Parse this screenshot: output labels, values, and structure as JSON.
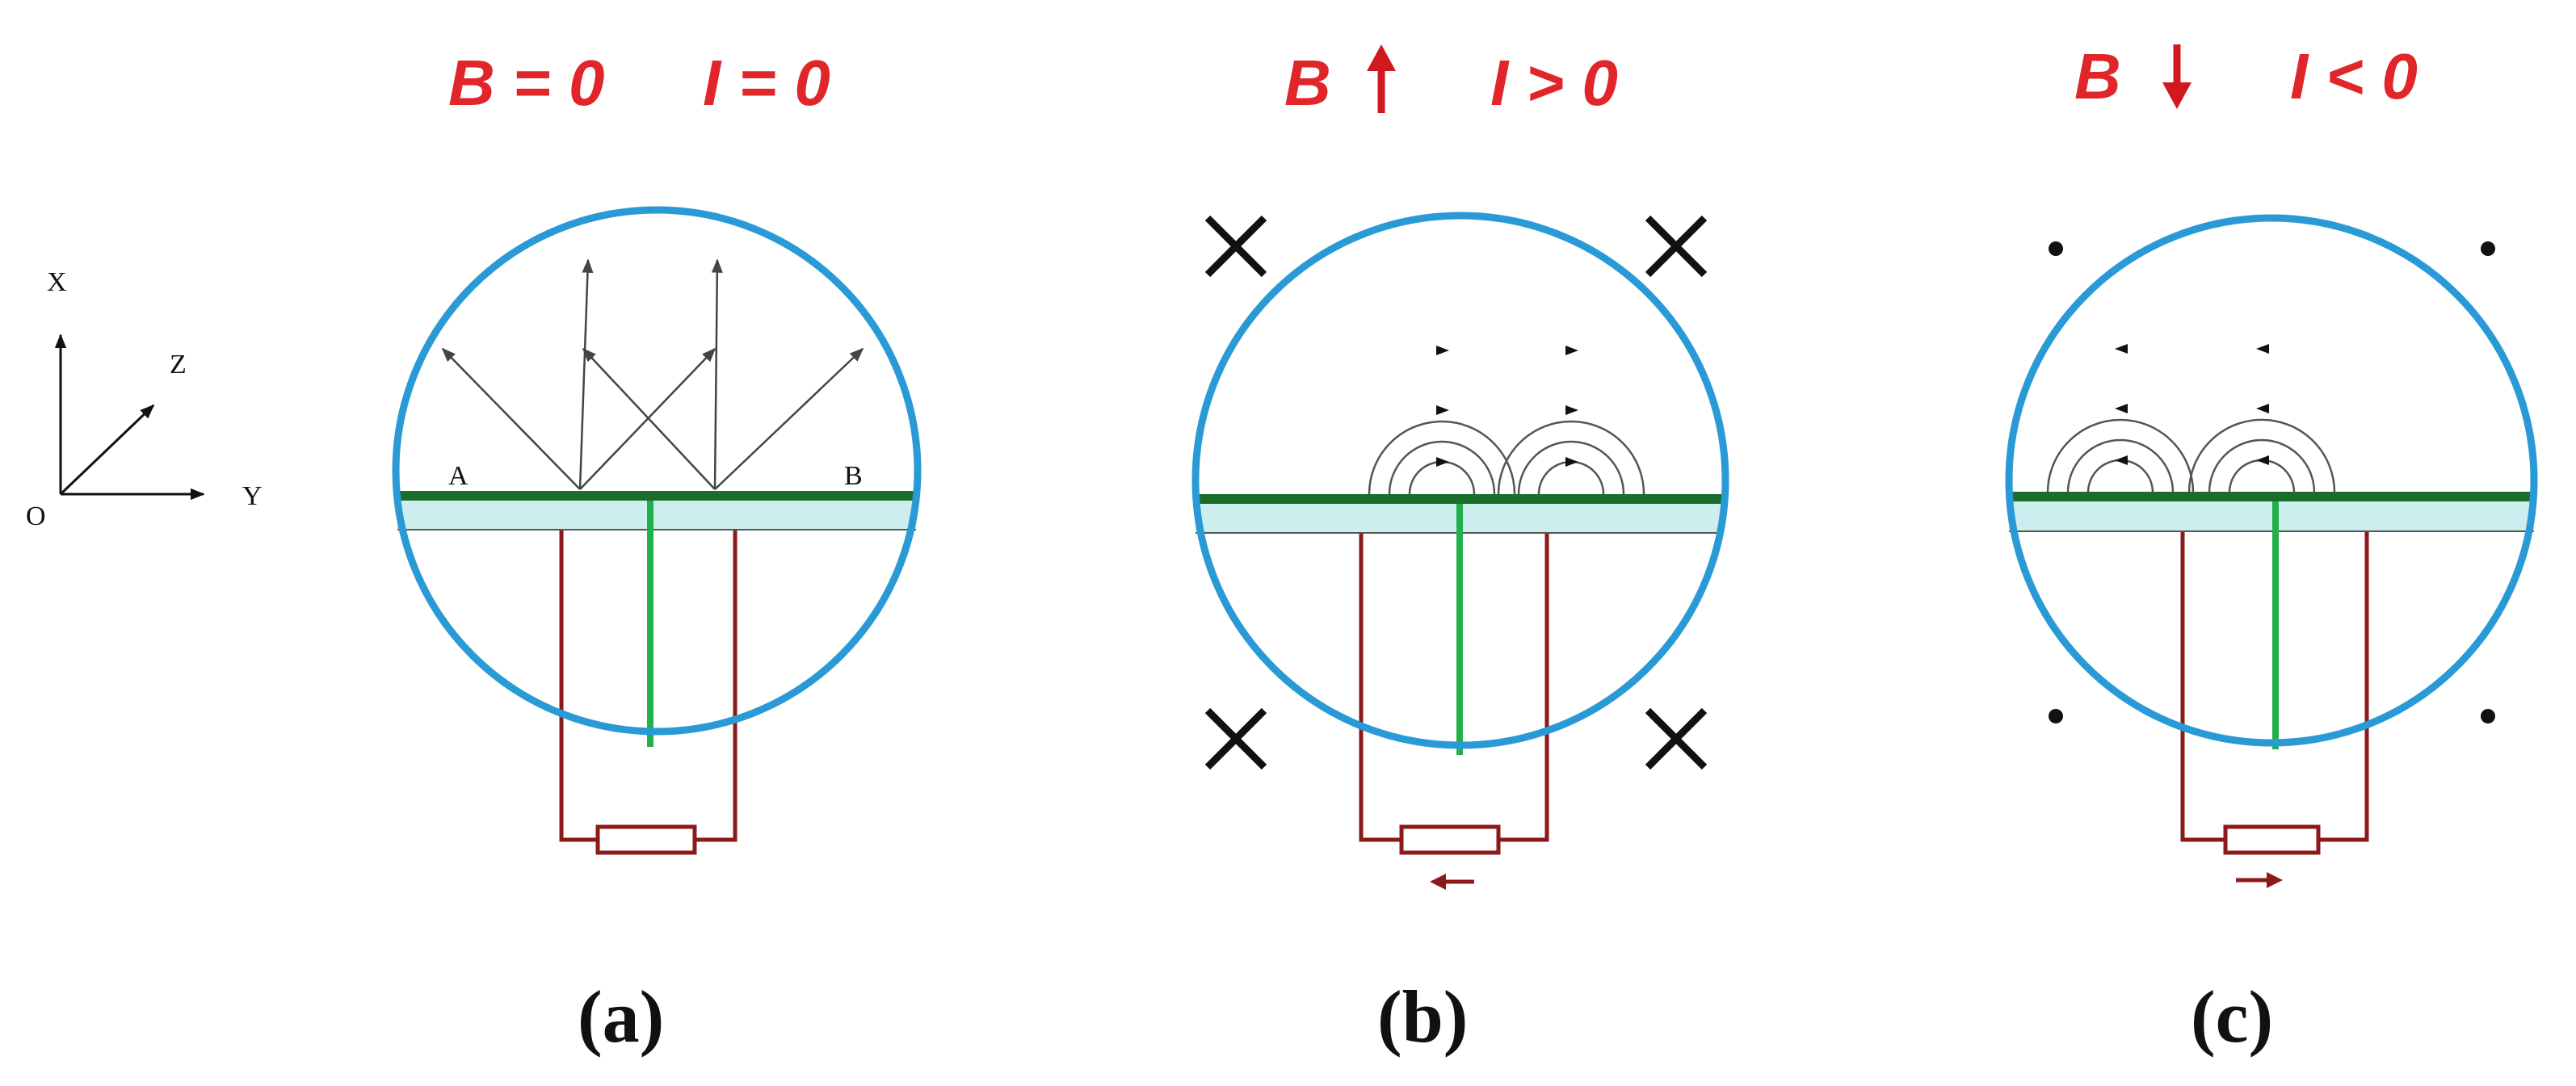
{
  "axes_labels": {
    "x": "X",
    "z": "Z",
    "origin": "O",
    "y": "Y"
  },
  "panels": [
    {
      "id": "a",
      "caption": "(a)",
      "title": {
        "field": "B = 0",
        "current": "I = 0"
      },
      "field_direction": "none",
      "current_direction": "none",
      "field_markers": "none",
      "point_labels": {
        "left": "A",
        "right": "B"
      }
    },
    {
      "id": "b",
      "caption": "(b)",
      "title": {
        "field": "B",
        "current": "I > 0"
      },
      "field_direction": "up",
      "current_direction": "left",
      "field_markers": "cross",
      "point_labels": {
        "left": "",
        "right": ""
      }
    },
    {
      "id": "c",
      "caption": "(c)",
      "title": {
        "field": "B",
        "current": "I < 0"
      },
      "field_direction": "down",
      "current_direction": "right",
      "field_markers": "dot",
      "point_labels": {
        "left": "",
        "right": ""
      }
    }
  ],
  "colors": {
    "circle": "#2a9ad6",
    "surface": "#1b6e2a",
    "film": "#cdeeee",
    "wire": "#8b1a1a",
    "probe": "#22b04b",
    "title": "#e0262b",
    "arrow_red": "#d0181e"
  }
}
